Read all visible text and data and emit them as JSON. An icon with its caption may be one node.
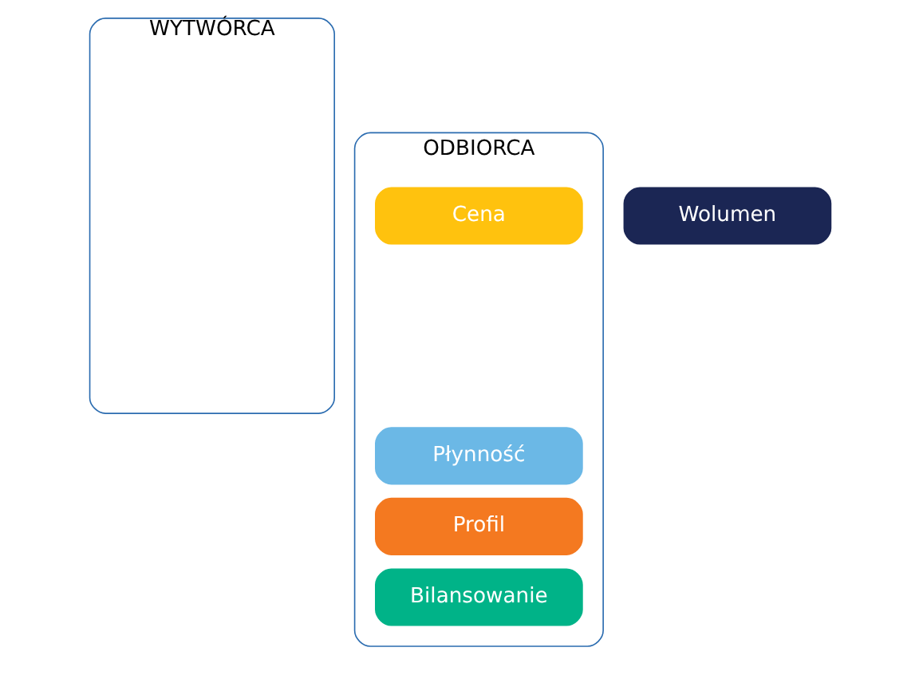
{
  "diagram": {
    "nodes": [
      {
        "text": [
          "WYTWÓRCA"
        ]
      },
      {
        "text": [
          "ODBIORCA"
        ]
      },
      {
        "text": [
          "Cena"
        ],
        "in": 1
      },
      {
        "text": [
          "Płynność"
        ],
        "in": 1
      },
      {
        "text": [
          "Profil"
        ],
        "in": 1
      },
      {
        "text": [
          "Bilansowanie"
        ],
        "in": 1
      },
      {
        "text": [
          "Wolumen"
        ]
      }
    ],
    "edges": []
  }
}
